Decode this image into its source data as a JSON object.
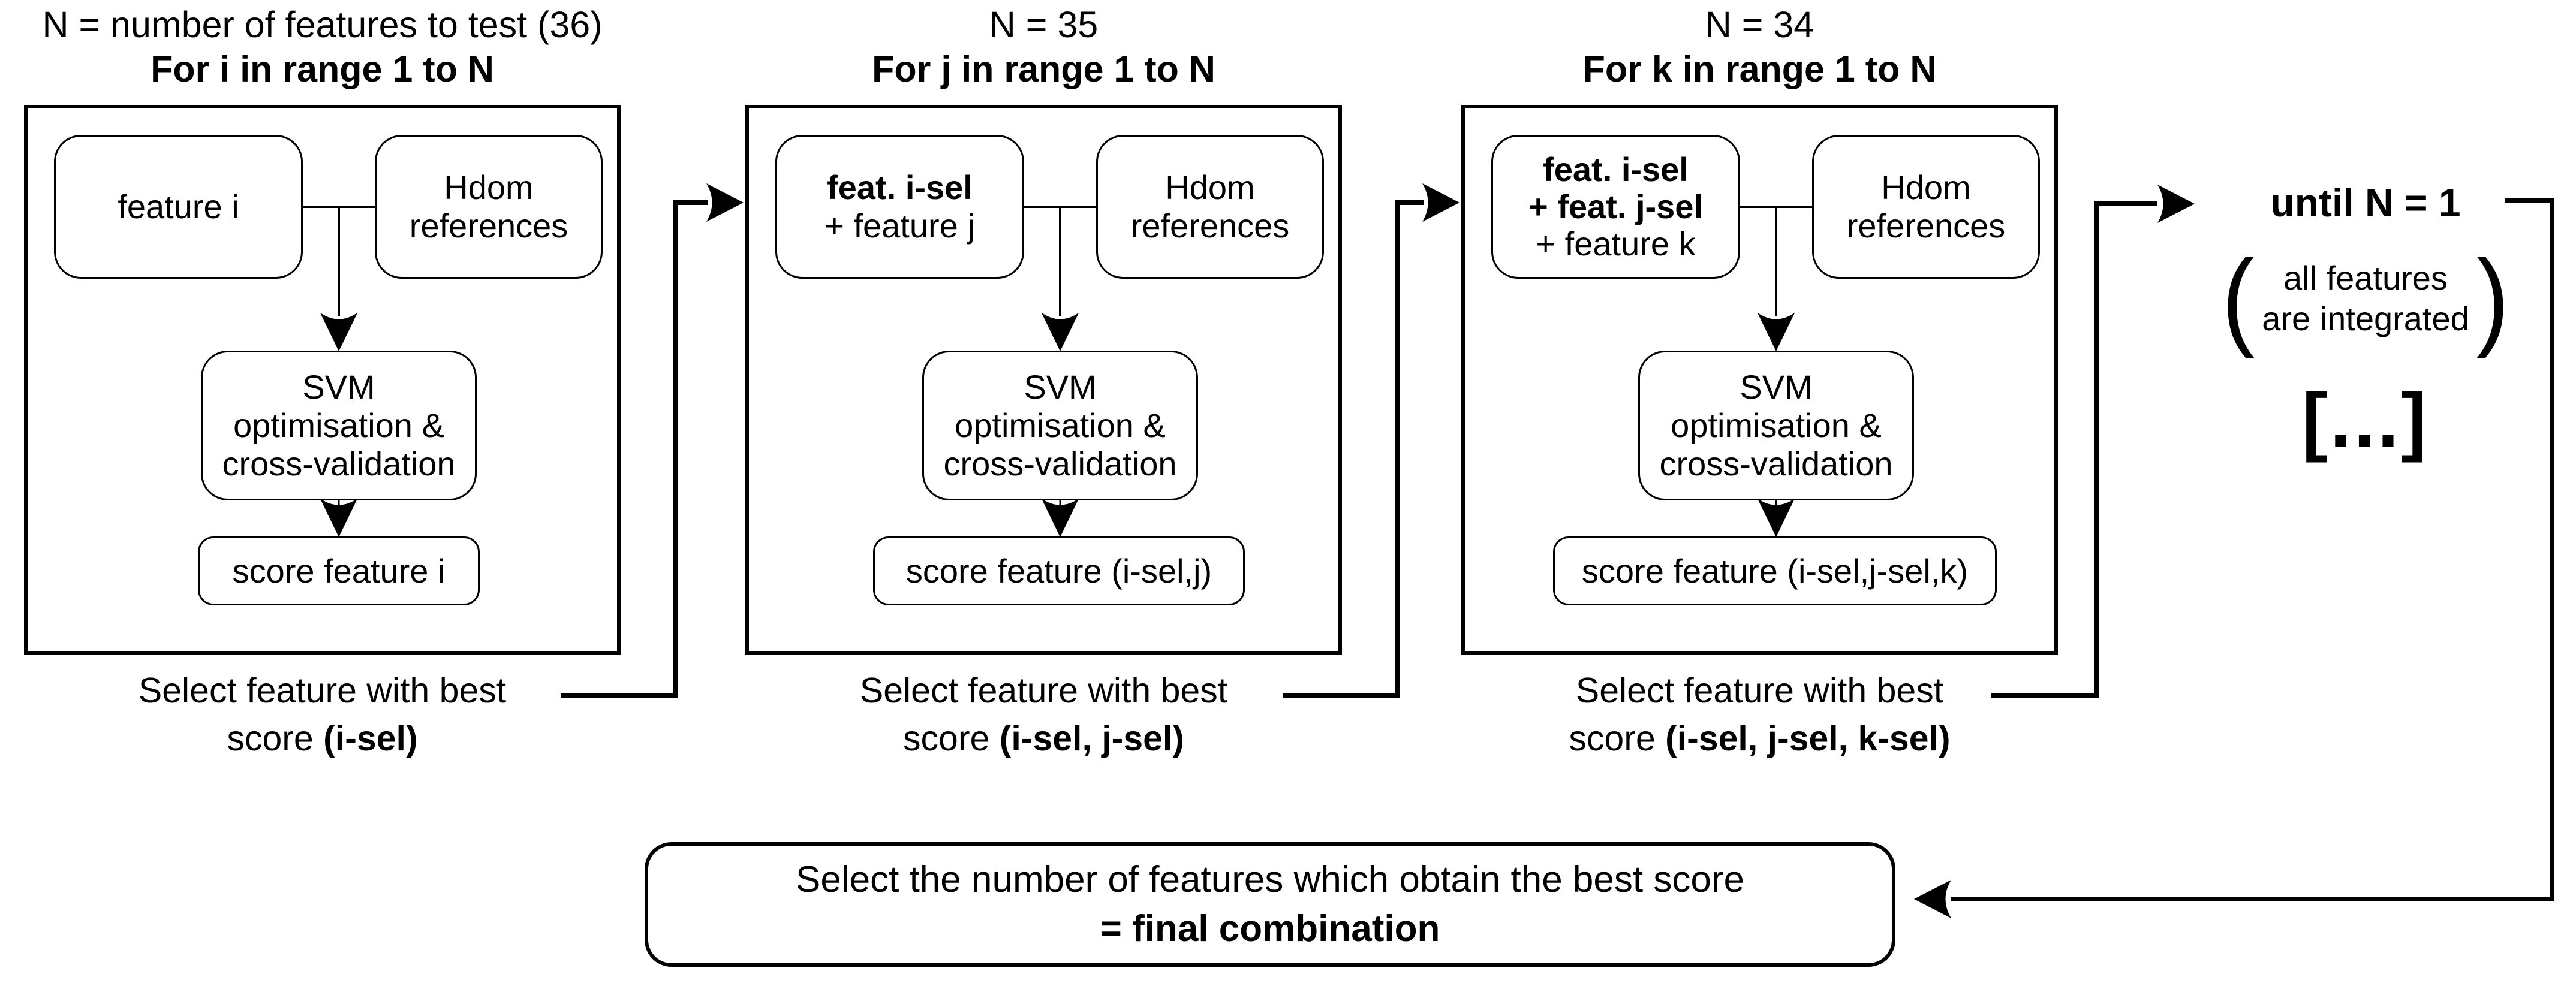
{
  "panels": [
    {
      "header_line1": "N = number of features to test (36)",
      "header_line2": "For i in range 1 to N",
      "input_line1": "feature i",
      "reference_label": "Hdom\nreferences",
      "svm_label": "SVM\noptimisation &\ncross-validation",
      "score_label": "score feature i",
      "caption_line1": "Select feature with best",
      "caption_prefix": "score",
      "caption_bold": "(i-sel)"
    },
    {
      "header_line1": "N = 35",
      "header_line2": "For j in range 1 to N",
      "input_line1": "feat. i-sel",
      "input_line2": "+ feature j",
      "reference_label": "Hdom\nreferences",
      "svm_label": "SVM\noptimisation &\ncross-validation",
      "score_label": "score feature (i-sel,j)",
      "caption_line1": "Select feature with best",
      "caption_prefix": "score",
      "caption_bold": "(i-sel, j-sel)"
    },
    {
      "header_line1": "N = 34",
      "header_line2": "For k in range 1 to N",
      "input_line1": "feat. i-sel",
      "input_line2": "+ feat. j-sel",
      "input_line3": "+ feature k",
      "reference_label": "Hdom\nreferences",
      "svm_label": "SVM\noptimisation &\ncross-validation",
      "score_label": "score feature (i-sel,j-sel,k)",
      "caption_line1": "Select feature with best",
      "caption_prefix": "score",
      "caption_bold": "(i-sel, j-sel, k-sel)"
    }
  ],
  "termination": {
    "until_label": "until N = 1",
    "paren_open": "(",
    "paren_close": ")",
    "note_line1": "all features",
    "note_line2": "are integrated",
    "ellipsis": "[...]"
  },
  "final_box": {
    "line1": "Select the number of features which obtain the best score",
    "line2": "= final combination"
  },
  "colors": {
    "ink": "#000000",
    "background": "#ffffff"
  }
}
